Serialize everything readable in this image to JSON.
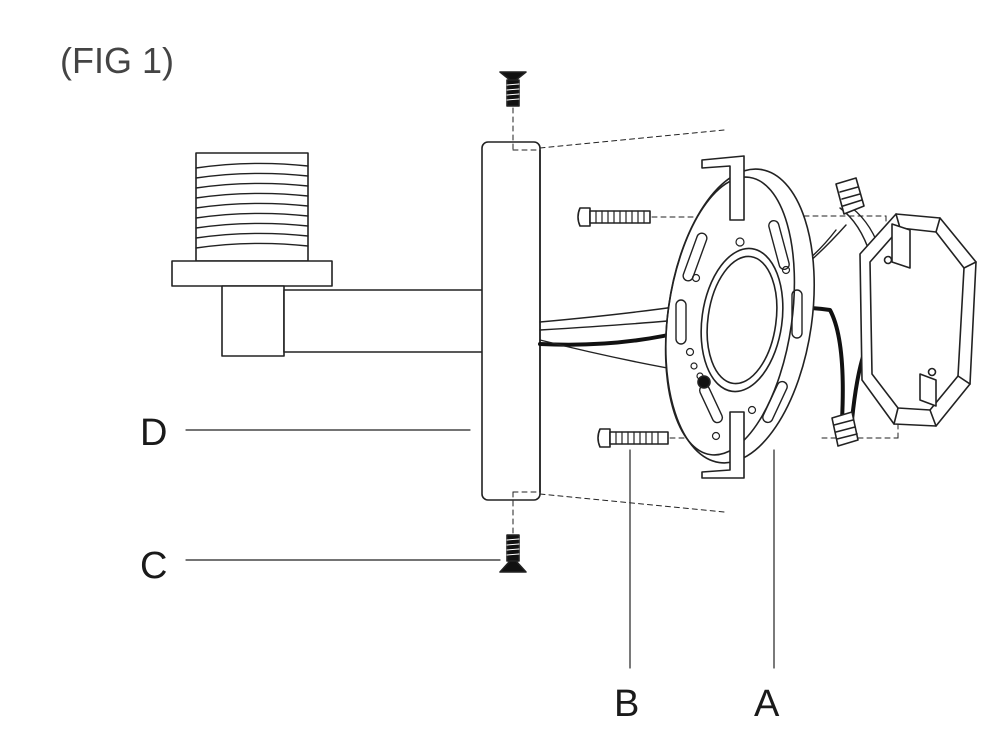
{
  "figure": {
    "title": "(FIG 1)"
  },
  "callouts": {
    "a": "A",
    "b": "B",
    "c": "C",
    "d": "D"
  },
  "colors": {
    "line": "#222222",
    "wire_black": "#111111",
    "background": "#ffffff"
  }
}
